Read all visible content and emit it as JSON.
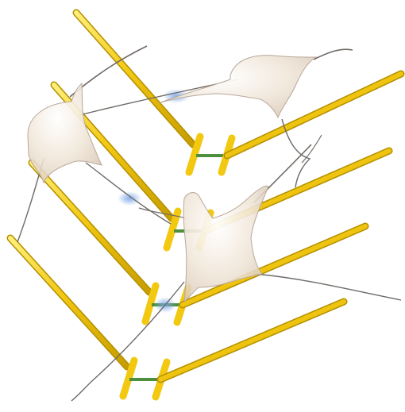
{
  "diagram": {
    "kind": "neurons-on-electrode-array",
    "colors": {
      "background": "#ffffff",
      "electrode_fill": "#f2c811",
      "electrode_edge": "#b48f00",
      "electrode_highlight": "#fff07a",
      "gap_link": "#4e8f3e",
      "cell_body": "#efe4d6",
      "cell_edge": "#b8a89a",
      "neurite": "#6f6a66",
      "synapse_glow": "#7aa6e8"
    },
    "electrode_pairs": [
      {
        "name": "electrode-pair-1"
      },
      {
        "name": "electrode-pair-2"
      },
      {
        "name": "electrode-pair-3"
      },
      {
        "name": "electrode-pair-4"
      }
    ],
    "neurons": [
      {
        "name": "neuron-left"
      },
      {
        "name": "neuron-top-right"
      },
      {
        "name": "neuron-center"
      }
    ],
    "synapse_contacts": 3
  }
}
